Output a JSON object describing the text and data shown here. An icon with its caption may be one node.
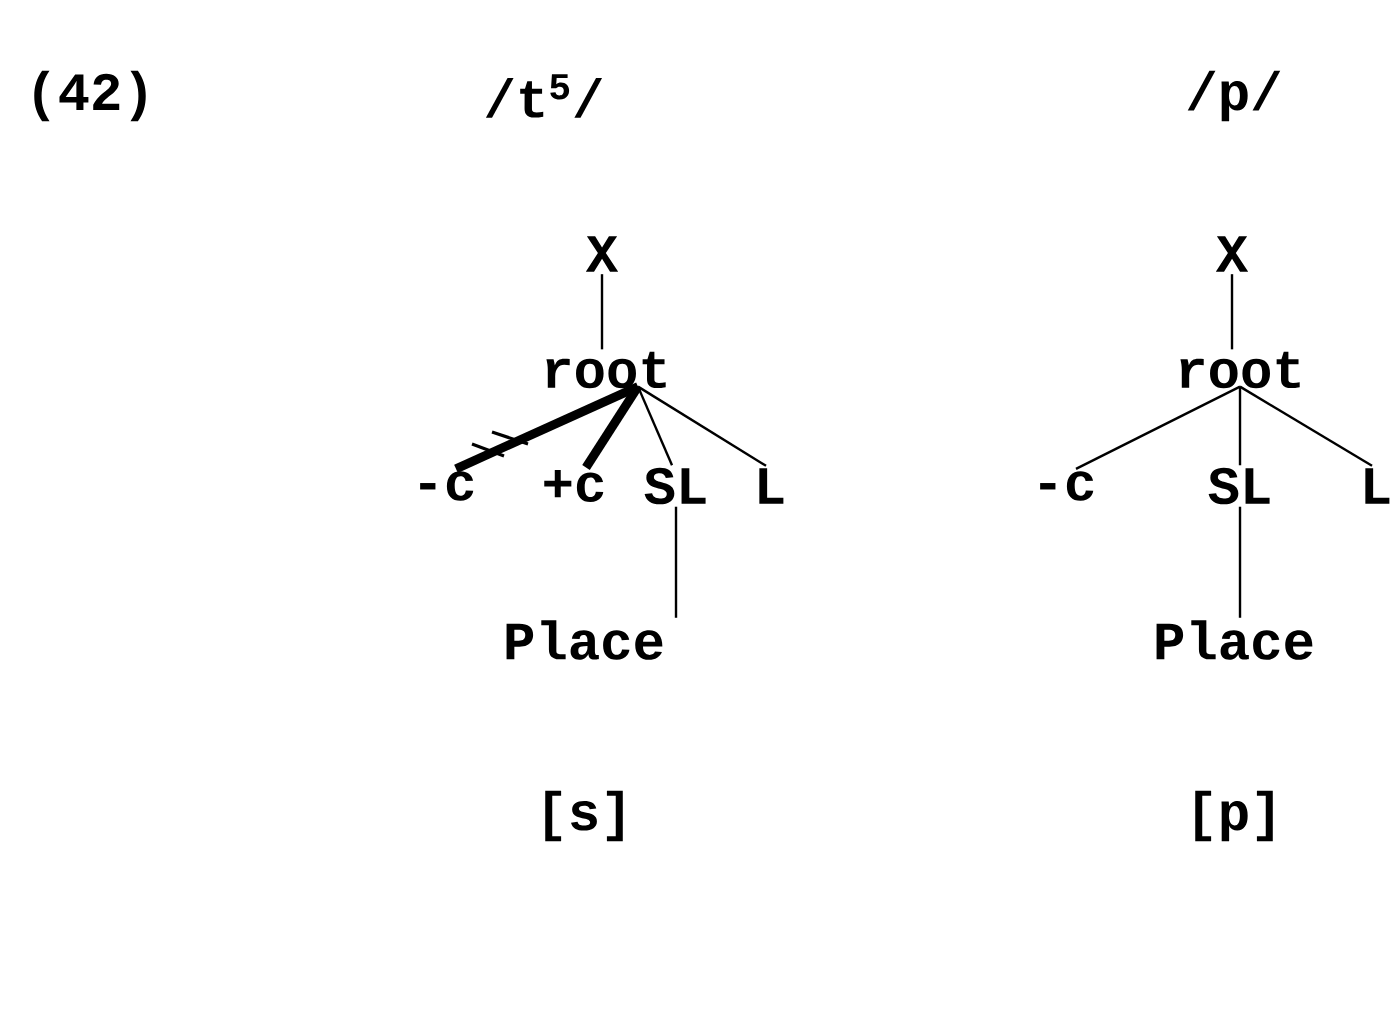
{
  "diagram": {
    "nodes": [
      {
        "text": [
          "X"
        ]
      },
      {
        "text": [
          "root"
        ]
      },
      {
        "text": [
          "-c"
        ]
      },
      {
        "text": [
          "+c"
        ]
      },
      {
        "text": [
          "SL"
        ]
      },
      {
        "text": [
          "L"
        ]
      },
      {
        "text": [
          "Place"
        ]
      },
      {
        "text": [
          "X"
        ]
      },
      {
        "text": [
          "root"
        ]
      },
      {
        "text": [
          "-c"
        ]
      },
      {
        "text": [
          "SL"
        ]
      },
      {
        "text": [
          "L"
        ]
      },
      {
        "text": [
          "Place"
        ]
      }
    ],
    "edges": [
      {
        "from": 0,
        "to": 1,
        "arrow": "none"
      },
      {
        "from": 1,
        "to": 2,
        "arrow": "none",
        "style": "thick"
      },
      {
        "from": 1,
        "to": 3,
        "arrow": "none",
        "style": "thick"
      },
      {
        "from": 1,
        "to": 4,
        "arrow": "none"
      },
      {
        "from": 1,
        "to": 5,
        "arrow": "none"
      },
      {
        "from": 4,
        "to": 6,
        "arrow": "none"
      },
      {
        "from": 7,
        "to": 8,
        "arrow": "none"
      },
      {
        "from": 8,
        "to": 9,
        "arrow": "none"
      },
      {
        "from": 8,
        "to": 10,
        "arrow": "none"
      },
      {
        "from": 8,
        "to": 11,
        "arrow": "none"
      },
      {
        "from": 10,
        "to": 12,
        "arrow": "none"
      }
    ],
    "labels": [
      "(42)",
      "/t$^{5}$/",
      "/p/",
      "[s]",
      "[p]"
    ]
  }
}
